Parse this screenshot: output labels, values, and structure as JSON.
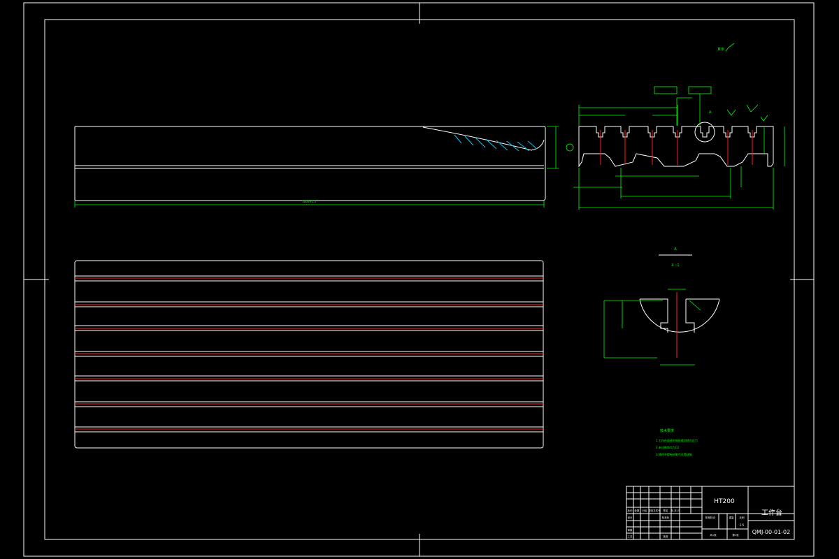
{
  "drawing": {
    "section_label": "A",
    "detail_label": "A",
    "detail_scale": "4 : 1",
    "roughness_note": "其余",
    "tech_req_title": "技术要求",
    "tech_req_items": [
      "1.工作台面经时效处理消除内应力",
      "2.未注倒角均为C2",
      "3.铸件不得有砂眼气孔等缺陷"
    ],
    "length_dim": "1000±1.5"
  },
  "title_block": {
    "material": "HT200",
    "part_name": "工作台",
    "drawing_no": "QMJ-00-01-02",
    "scale": "1:5",
    "header_labels": [
      "标记",
      "处数",
      "分区",
      "更改文件号",
      "签名",
      "年.月.日"
    ],
    "row_labels": [
      "设计",
      "审核",
      "工艺"
    ],
    "standardize": "标准化",
    "approve": "批准",
    "stage_header": [
      "阶段标记",
      "重量",
      "比例"
    ],
    "sheet_info": [
      "共1张",
      "第1张"
    ]
  },
  "colors": {
    "background": "#000000",
    "outline": "#ffffff",
    "dimension": "#00ff00",
    "centerline": "#ff2020"
  }
}
